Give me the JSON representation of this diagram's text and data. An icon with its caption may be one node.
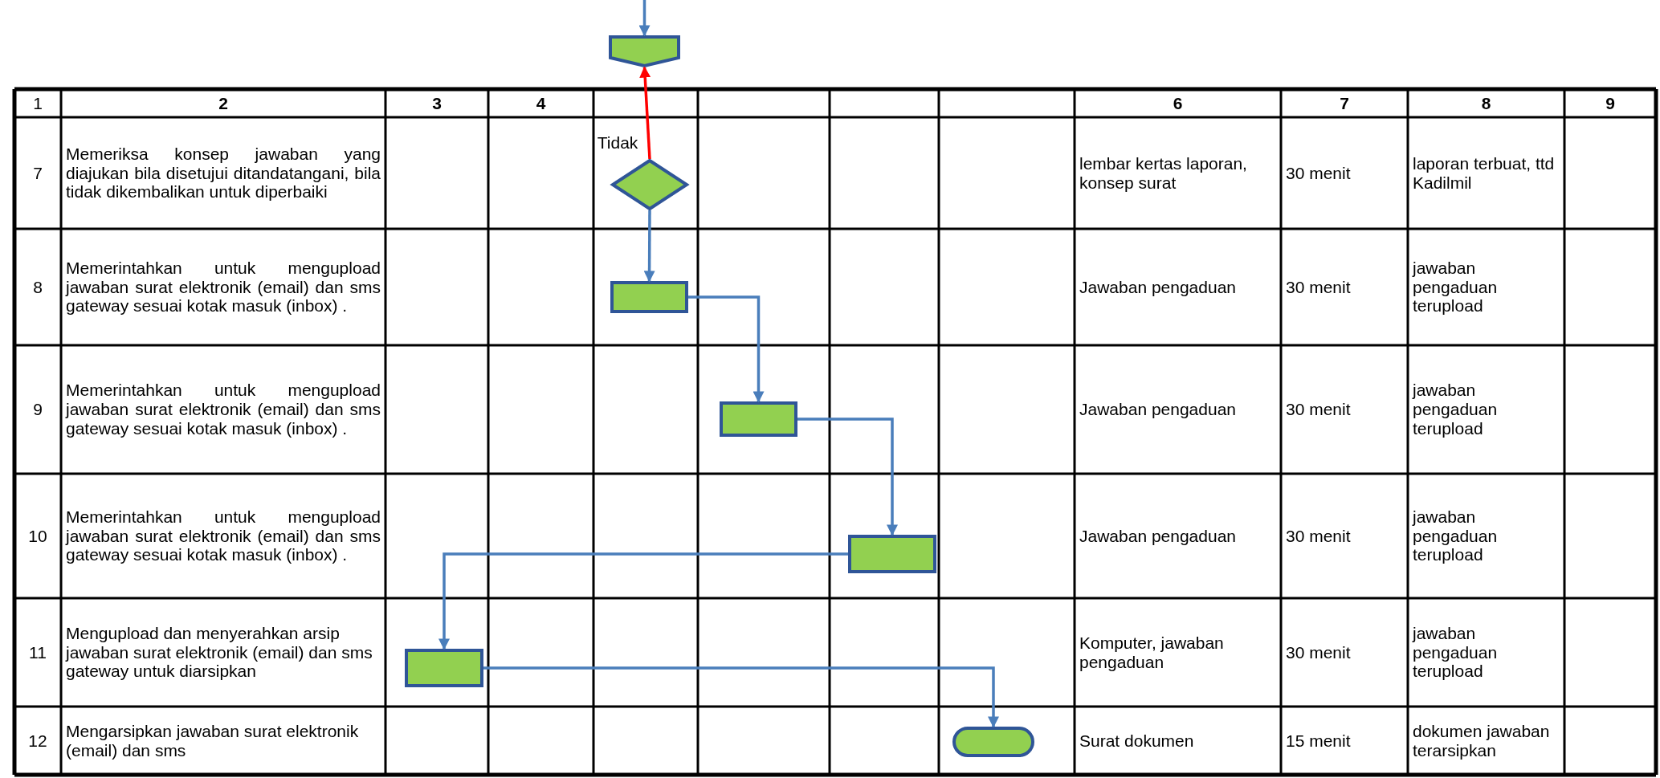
{
  "diagram": {
    "nodes": [
      {
        "text": [],
        "shape": "pentagon"
      },
      {
        "text": [],
        "shape": "diamond"
      },
      {
        "text": [],
        "shape": "box"
      },
      {
        "text": [],
        "shape": "box"
      },
      {
        "text": [],
        "shape": "box"
      },
      {
        "text": [],
        "shape": "box"
      },
      {
        "text": [],
        "shape": "capsule"
      }
    ],
    "edges": [
      {
        "from": null,
        "to": 0,
        "arrow": "to"
      },
      {
        "from": 1,
        "to": 0,
        "arrow": "to",
        "label": "Tidak",
        "color": "#ff0000"
      },
      {
        "from": 1,
        "to": 2,
        "arrow": "to"
      },
      {
        "from": 2,
        "to": 3,
        "arrow": "to"
      },
      {
        "from": 3,
        "to": 4,
        "arrow": "to"
      },
      {
        "from": 4,
        "to": 5,
        "arrow": "to"
      },
      {
        "from": 5,
        "to": 6,
        "arrow": "to"
      }
    ],
    "labels": [
      "1",
      "2",
      "3",
      "4",
      "6",
      "7",
      "8",
      "9",
      "7",
      "Memeriksa konsep jawaban yang diajukan bila disetujui ditandatangani, bila tidak dikembalikan untuk diperbaiki",
      "lembar kertas laporan, konsep surat",
      "30 menit",
      "laporan terbuat, ttd Kadilmil",
      "8",
      "Memerintahkan untuk mengupload jawaban surat elektronik (email) dan sms gateway sesuai kotak masuk (inbox) .",
      "Jawaban pengaduan",
      "30 menit",
      "jawaban pengaduan terupload",
      "9",
      "Memerintahkan untuk mengupload jawaban surat elektronik (email) dan sms gateway sesuai kotak masuk (inbox) .",
      "Jawaban pengaduan",
      "30 menit",
      "jawaban pengaduan terupload",
      "10",
      "Memerintahkan untuk mengupload jawaban surat elektronik (email) dan sms gateway sesuai kotak masuk (inbox) .",
      "Jawaban pengaduan",
      "30 menit",
      "jawaban pengaduan terupload",
      "11",
      "Mengupload dan menyerahkan arsip jawaban surat elektronik (email) dan sms gateway  untuk diarsipkan",
      "Komputer, jawaban pengaduan",
      "30 menit",
      "jawaban pengaduan terupload",
      "12",
      "Mengarsipkan jawaban surat elektronik (email) dan sms",
      "Surat dokumen",
      "15 menit",
      "dokumen jawaban terarsipkan"
    ]
  }
}
